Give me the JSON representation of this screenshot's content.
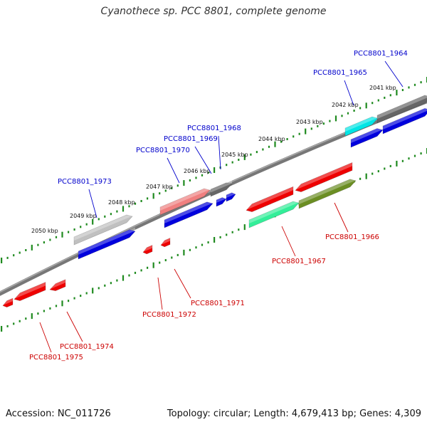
{
  "title": "Cyanothece sp. PCC 8801, complete genome",
  "footer": {
    "accession": "Accession: NC_011726",
    "stats": "Topology: circular; Length: 4,679,413 bp; Genes: 4,309"
  },
  "colors": {
    "forward_label": "#0000cc",
    "reverse_label": "#cc0000",
    "ruler": "#1f8a1f",
    "backbone": "#777777"
  },
  "ruler_labels": [
    "2041 kbp",
    "2042 kbp",
    "2043 kbp",
    "2044 kbp",
    "2045 kbp",
    "2046 kbp",
    "2047 kbp",
    "2048 kbp",
    "2049 kbp",
    "2050 kbp"
  ],
  "forward_labels": [
    "PCC8801_1964",
    "PCC8801_1965",
    "PCC8801_1968",
    "PCC8801_1969",
    "PCC8801_1970",
    "PCC8801_1973"
  ],
  "reverse_labels": [
    "PCC8801_1966",
    "PCC8801_1967",
    "PCC8801_1971",
    "PCC8801_1972",
    "PCC8801_1974",
    "PCC8801_1975"
  ]
}
